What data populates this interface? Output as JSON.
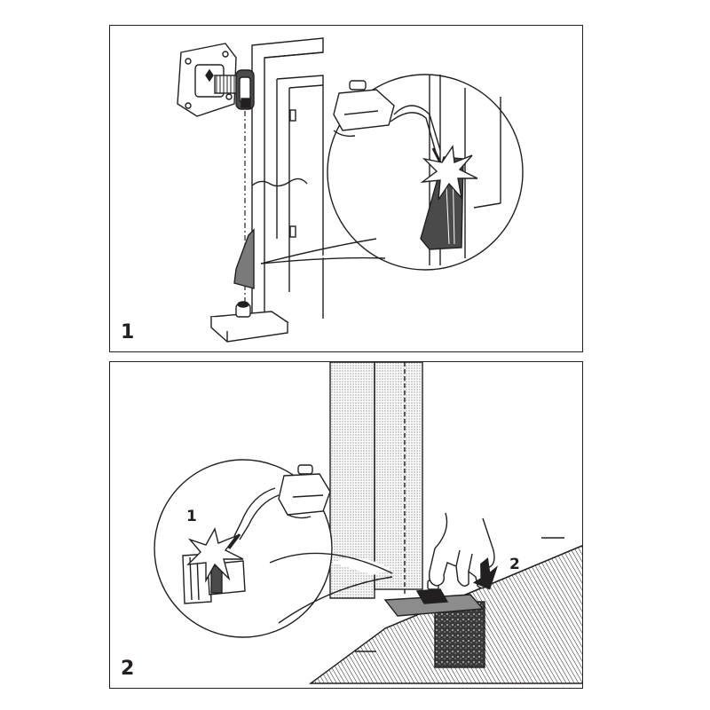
{
  "steps": {
    "step1": {
      "number": "1"
    },
    "step2": {
      "number": "2",
      "callout_weld": "1",
      "callout_press": "2"
    }
  },
  "colors": {
    "ink": "#231f20",
    "shade": "#7a7a7a",
    "dark_fill": "#4a4a4a",
    "ground_fill": "#8c8c8c",
    "paper": "#ffffff"
  },
  "icons": [
    "hinge-bracket-icon",
    "welding-torch-icon",
    "weld-spark-icon",
    "hand-icon",
    "down-arrow-icon",
    "floor-plate-icon"
  ]
}
